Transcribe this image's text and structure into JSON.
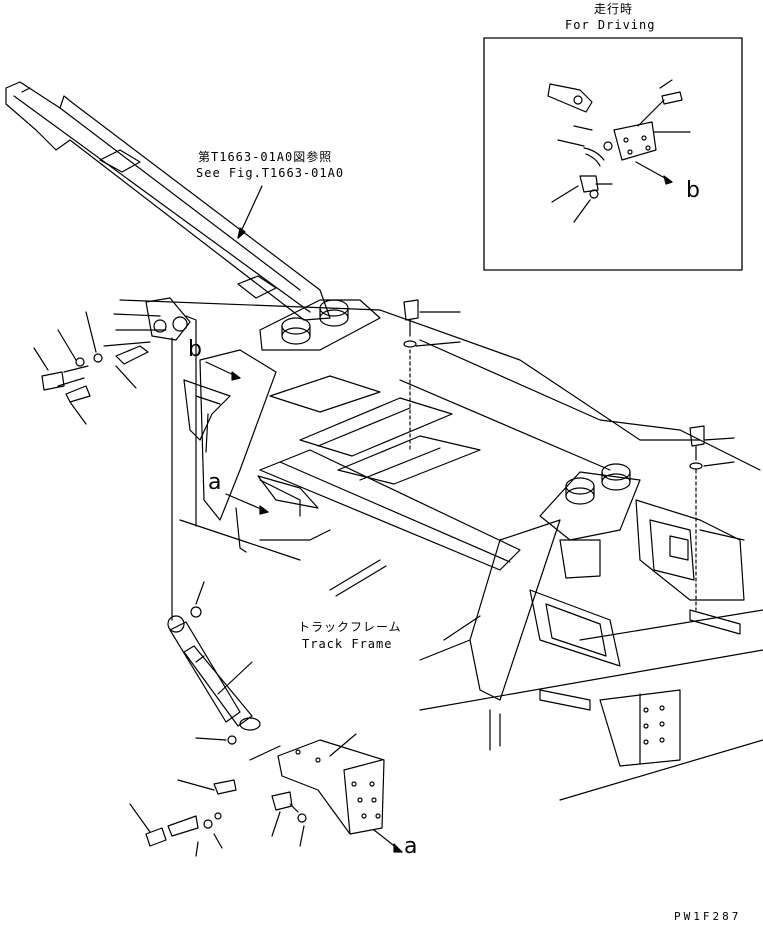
{
  "inset": {
    "title_ja": "走行時",
    "title_en": "For Driving",
    "callout_b": "b"
  },
  "main": {
    "see_fig_ja": "第T1663-01A0図参照",
    "see_fig_en": "See Fig.T1663-01A0",
    "callout_b": "b",
    "callout_a_upper": "a",
    "callout_a_lower": "a",
    "track_frame_ja": "トラックフレーム",
    "track_frame_en": "Track Frame"
  },
  "footer": {
    "drawing_ref": "PW1F287"
  }
}
